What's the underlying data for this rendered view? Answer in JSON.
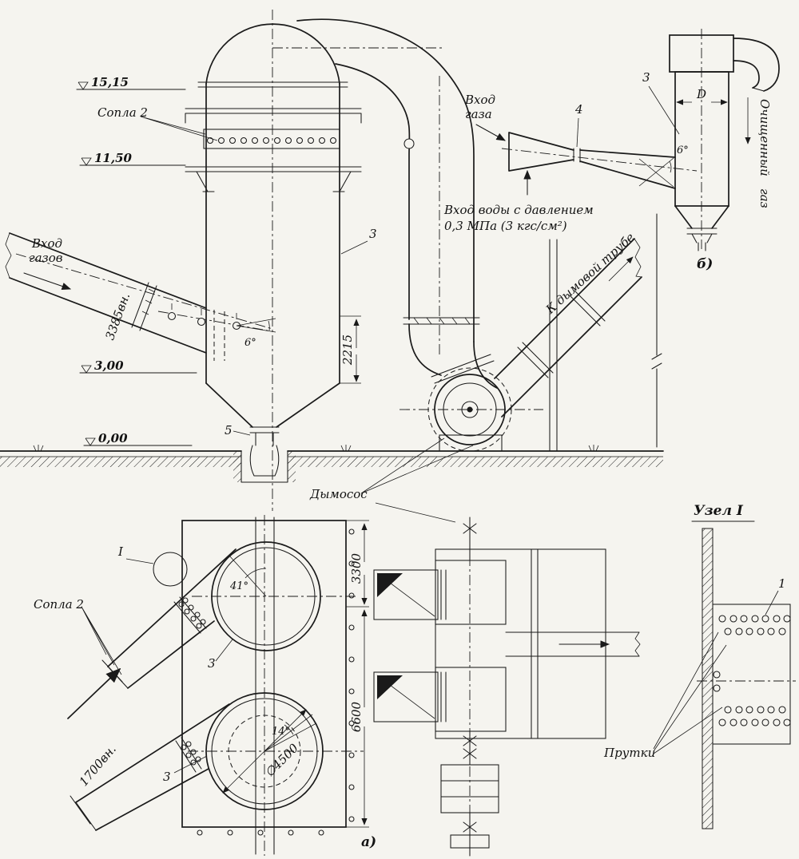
{
  "elevation": {
    "level_top": "15,15",
    "nozzles": "Сопла 2",
    "level_mid": "11,50",
    "gas_inlet_1": "Вход",
    "gas_inlet_2": "газов",
    "dim_inlet": "3385вн.",
    "angle": "6°",
    "dim_height": "2215",
    "level_low": "3,00",
    "level_zero": "0,00",
    "item_3": "3",
    "item_5": "5",
    "fan": "Дымосос",
    "to_stack": "К дымовой трубе"
  },
  "scheme_b": {
    "gas_1": "Вход",
    "gas_2": "газа",
    "item_4": "4",
    "item_3": "3",
    "dim_d": "D",
    "angle": "6°",
    "water_1": "Вход воды с давлением",
    "water_2": "0,3 МПа (3 кгс/см²)",
    "clean_1": "Очищенный",
    "clean_2": "газ",
    "caption": "б)"
  },
  "plan": {
    "item_i": "I",
    "nozzles": "Сопла 2",
    "angle_41": "41°",
    "item_3_upper": "3",
    "angle_14": "14°",
    "dim_diameter": "∅4500",
    "item_3_lower": "3",
    "dim_duct": "1700вн.",
    "dim_3300": "3300",
    "dim_6600": "6600",
    "caption": "а)"
  },
  "detail": {
    "title": "Узел I",
    "item_1": "1",
    "rods": "Прутки"
  }
}
